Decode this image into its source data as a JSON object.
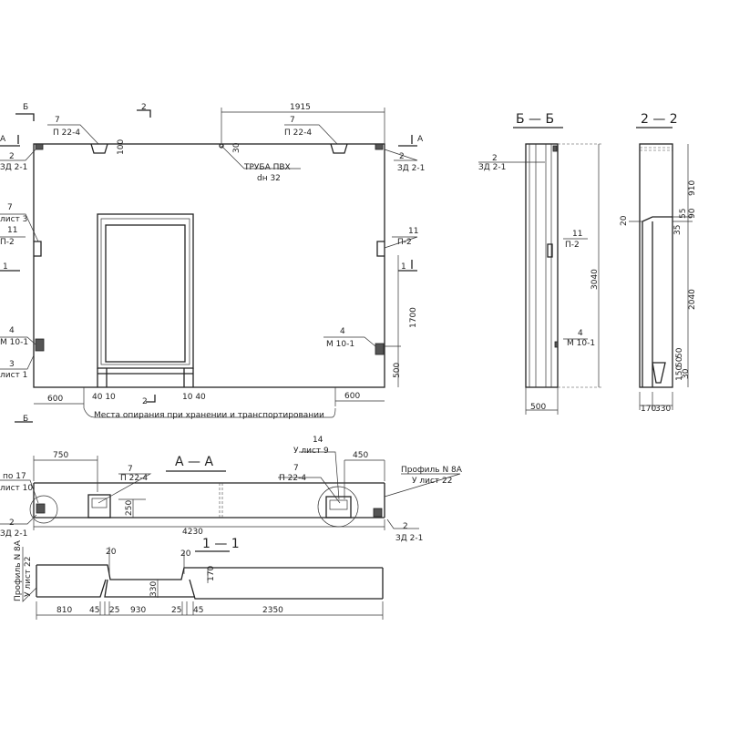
{
  "elevation": {
    "section_b": "Б",
    "section_2": "2",
    "section_a": "А",
    "section_1": "1",
    "dim_top": "1915",
    "dim_100": "100",
    "dim_30": "30",
    "dim_1700": "1700",
    "dim_500": "500",
    "dim_600_left": "600",
    "dim_600_right": "600",
    "dim_40_10_left": "40 10",
    "dim_10_40_right": "10 40",
    "pipe_label": "ТРУБА ПВХ",
    "pipe_dia": "dн 32",
    "support_note": "Места опирания при хранении и транспортировании",
    "callouts": [
      {
        "num": "7",
        "mark": "П 22-4"
      },
      {
        "num": "7",
        "mark": "П 22-4"
      },
      {
        "num": "2",
        "mark": "ЗД 2-1"
      },
      {
        "num": "2",
        "mark": "ЗД 2-1"
      },
      {
        "num": "7",
        "mark": "лист 3"
      },
      {
        "num": "11",
        "mark": "П-2"
      },
      {
        "num": "11",
        "mark": "П-2"
      },
      {
        "num": "4",
        "mark": "М 10-1"
      },
      {
        "num": "4",
        "mark": "М 10-1"
      },
      {
        "num": "3",
        "mark": "лист 1"
      }
    ]
  },
  "section_bb": {
    "title": "Б — Б",
    "dim_height": "3040",
    "dim_width": "500",
    "callouts": [
      {
        "num": "2",
        "mark": "ЗД 2-1"
      },
      {
        "num": "11",
        "mark": "П-2"
      },
      {
        "num": "4",
        "mark": "М 10-1"
      }
    ]
  },
  "section_22": {
    "title": "2 — 2",
    "dims": [
      "910",
      "90",
      "55",
      "35",
      "20",
      "2040",
      "150",
      "50",
      "50",
      "30",
      "170",
      "330"
    ]
  },
  "section_aa": {
    "title": "А — А",
    "dim_750": "750",
    "dim_450": "450",
    "dim_250": "250",
    "dim_4230": "4230",
    "callouts": [
      {
        "num": "7",
        "mark": "П 22-4"
      },
      {
        "num": "7",
        "mark": "П 22-4"
      },
      {
        "num": "14",
        "mark": "У лист 9"
      },
      {
        "num": "по 17",
        "mark": "лист 10"
      },
      {
        "num": "2",
        "mark": "ЗД 2-1"
      },
      {
        "num": "2",
        "mark": "ЗД 2-1"
      },
      {
        "num": "Профиль N 8А",
        "mark": "У лист 22"
      }
    ]
  },
  "section_11": {
    "title": "1 — 1",
    "profile": "Профиль N 8А",
    "profile_sheet": "У лист 22",
    "dims": [
      "810",
      "45",
      "25",
      "930",
      "25",
      "45",
      "2350",
      "20",
      "20",
      "170",
      "330"
    ]
  }
}
